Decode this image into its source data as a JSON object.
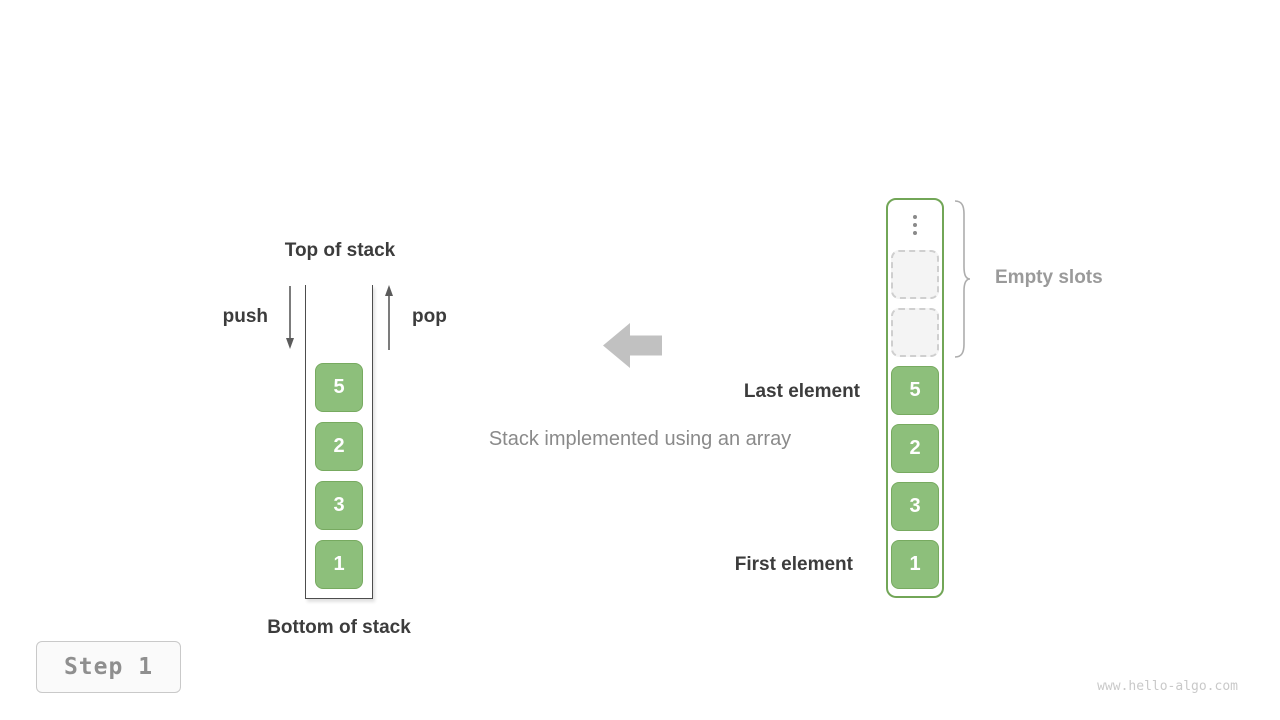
{
  "colors": {
    "box_green": "#8dbf7b",
    "box_green_border": "#77aa60",
    "array_border_green": "#72a657",
    "empty_slot_fill": "#f4f4f4",
    "empty_slot_border": "#cfcfcf",
    "muted_text": "#9a9a9a",
    "dark_text": "#3c3c3c",
    "big_arrow": "#c1c1c1"
  },
  "left_stack": {
    "top_label": "Top of stack",
    "bottom_label": "Bottom of stack",
    "push_label": "push",
    "pop_label": "pop",
    "values": [
      "5",
      "2",
      "3",
      "1"
    ]
  },
  "middle": {
    "caption": "Stack implemented using an array"
  },
  "right_array": {
    "empty_slots_label": "Empty slots",
    "last_element_label": "Last element",
    "first_element_label": "First element",
    "empty_slot_count": 2,
    "values": [
      "5",
      "2",
      "3",
      "1"
    ]
  },
  "footer": {
    "step_label": "Step 1",
    "watermark": "www.hello-algo.com"
  }
}
